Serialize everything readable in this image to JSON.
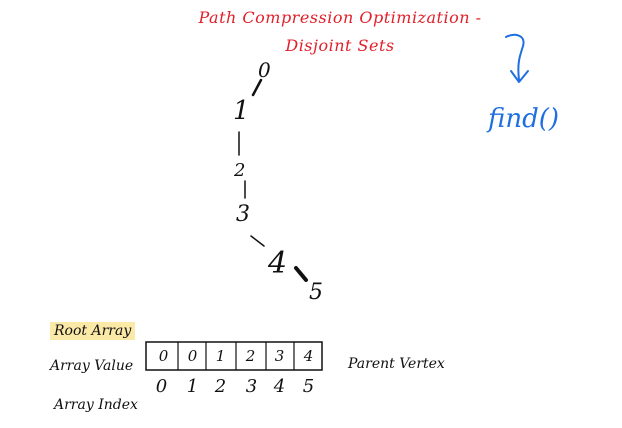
{
  "title_line1": "Path Compression Optimization -",
  "title_line2": "Disjoint Sets",
  "side_note": "find()",
  "tree_nodes": [
    "0",
    "1",
    "2",
    "3",
    "4",
    "5"
  ],
  "root_array": {
    "title": "Root Array",
    "value_label": "Array Value",
    "index_label": "Array Index",
    "note": "Parent Vertex",
    "values": [
      "0",
      "0",
      "1",
      "2",
      "3",
      "4"
    ],
    "indices": [
      "0",
      "1",
      "2",
      "3",
      "4",
      "5"
    ]
  },
  "colors": {
    "title": "#e0202a",
    "note": "#1f6fe0",
    "highlight": "#fbe9a8",
    "ink": "#111111"
  }
}
